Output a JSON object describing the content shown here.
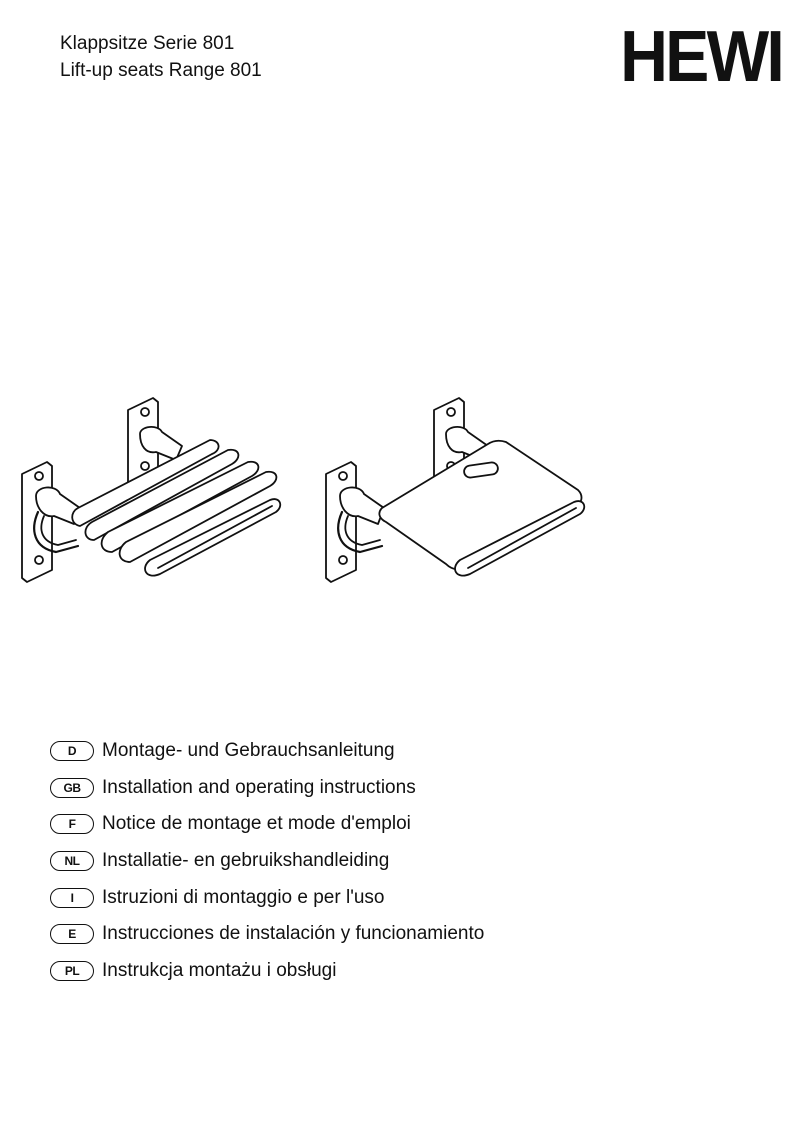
{
  "header": {
    "line1": "Klappsitze Serie 801",
    "line2": "Lift-up seats Range 801"
  },
  "brand": {
    "logo_text": "HEWI"
  },
  "languages": [
    {
      "code": "D",
      "label": "Montage- und Gebrauchsanleitung"
    },
    {
      "code": "GB",
      "label": "Installation and operating instructions"
    },
    {
      "code": "F",
      "label": "Notice de montage et mode d'emploi"
    },
    {
      "code": "NL",
      "label": "Installatie- en gebruikshandleiding"
    },
    {
      "code": "I",
      "label": "Istruzioni di montaggio e per l'uso"
    },
    {
      "code": "E",
      "label": "Instrucciones de instalación y funcionamiento"
    },
    {
      "code": "PL",
      "label": "Instrukcja montażu i obsługi"
    }
  ],
  "colors": {
    "ink": "#111111",
    "paper": "#ffffff"
  }
}
